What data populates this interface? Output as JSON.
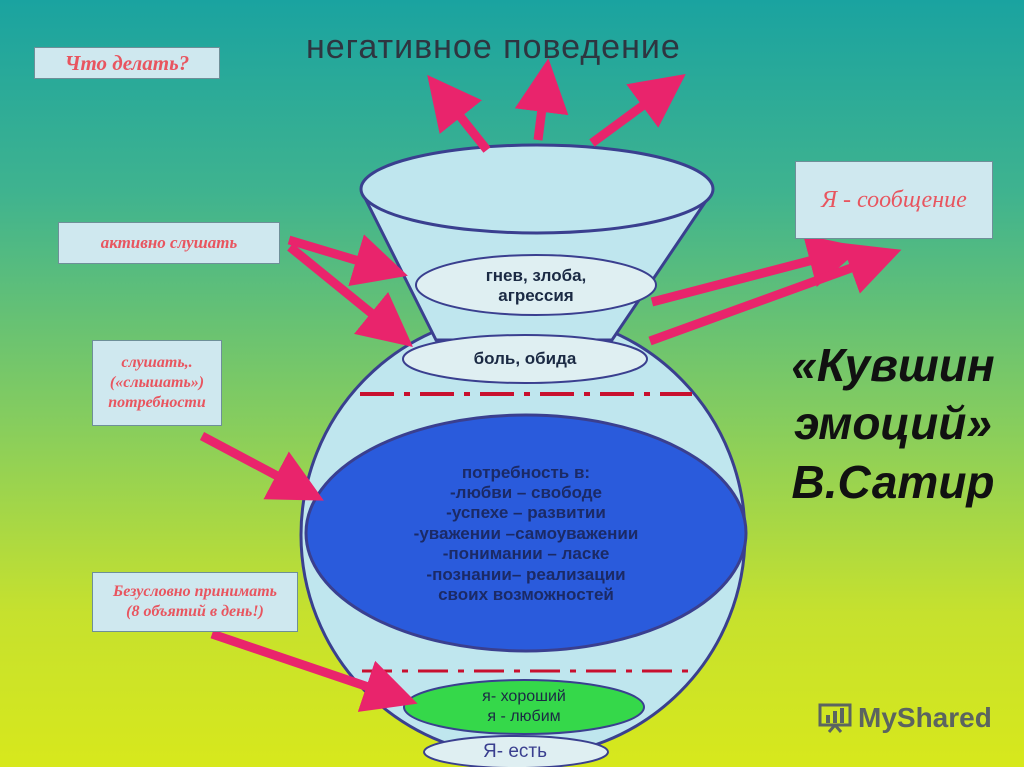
{
  "header": {
    "negative_behavior": "негативное  поведение"
  },
  "left_boxes": {
    "what_to_do": "Что делать?",
    "active_listen": "активно слушать",
    "listen_needs_1": "слушать,.",
    "listen_needs_2": "(«слышать»)",
    "listen_needs_3": "потребности",
    "accept_1": "Безусловно принимать",
    "accept_2": "(8 объятий в день!)"
  },
  "right_box": {
    "i_message": "Я - сообщение"
  },
  "jug": {
    "anger_1": "гнев, злоба,",
    "anger_2": "агрессия",
    "pain": "боль, обида",
    "needs": [
      "потребность в:",
      "-любви –  свободе",
      "-успехе – развитии",
      "-уважении –самоуважении",
      "-понимании – ласке",
      "-познании– реализации",
      "своих возможностей"
    ],
    "good_1": "я- хороший",
    "good_2": "я - любим",
    "exist": "Я- есть"
  },
  "title": {
    "line1": "«Кувшин",
    "line2": "эмоций»",
    "line3": "В.Сатир"
  },
  "watermark": "MyShared",
  "colors": {
    "arrow": "#e9246c",
    "jug_fill": "#bfe6ee",
    "jug_stroke": "#3a3f8f",
    "needs_fill": "#2a5bdc",
    "good_fill": "#35d84a",
    "dash": "#c8102e"
  }
}
